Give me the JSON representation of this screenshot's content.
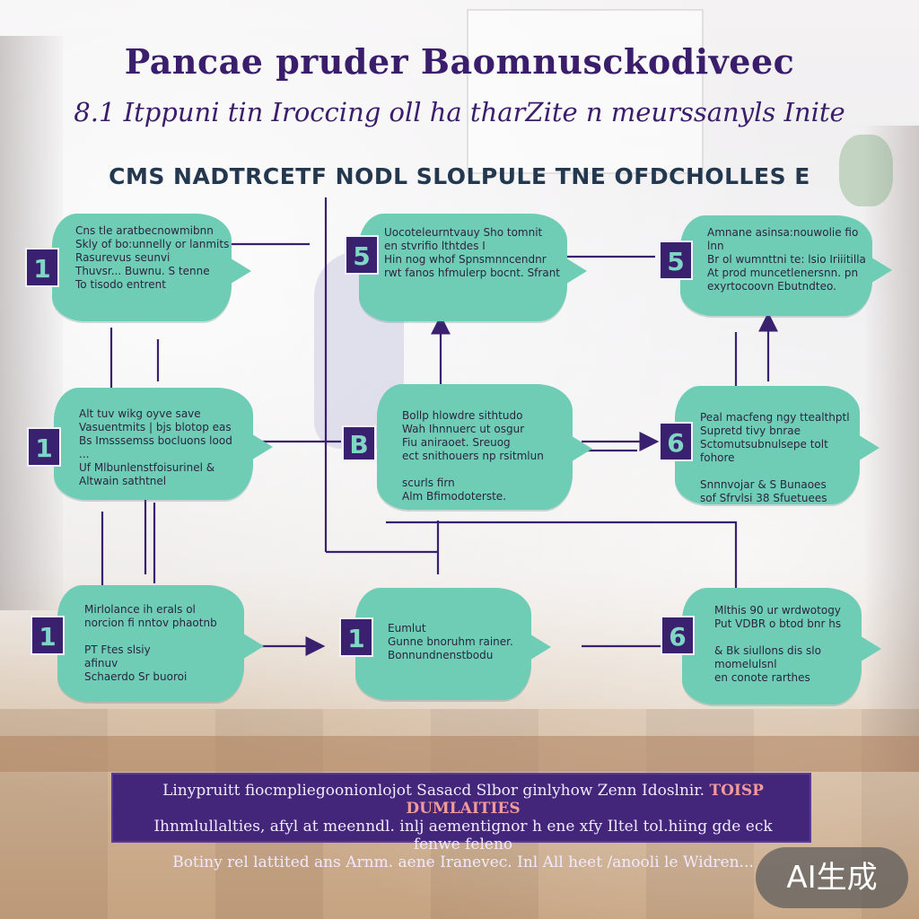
{
  "header": {
    "title": "Pancae pruder Baomnusckodiveec",
    "subtitle": "8.1 Itppuni tin Iroccing oll ha tharZite n meurssanyls Inite",
    "section_title": "CMS NADTRCETF NODL SLOLPULE TNE OFDCHOLLES E"
  },
  "nodes": [
    {
      "id": "n1",
      "badge": "1",
      "text": "Cns tle aratbecnowmibnn\nSkly of bo:unnelly or lanmits\nRasurevus seunvi\nThuvsr... Buwnu. S tenne\nTo tisodo entrent"
    },
    {
      "id": "n2",
      "badge": "5",
      "text": "Uocoteleurntvauy Sho tomnit\nen stvrifio lthtdes I\nHin nog whof Spnsmnncendnr\nrwt fanos hfmulerp bocnt. Sfrant"
    },
    {
      "id": "n3",
      "badge": "5",
      "text": "Amnane asinsa:nouwolie fio lnn\nBr ol wumnttni te: lsio Iriiitilla\nAt prod muncetlenersnn. pn\nexyrtocoovn Ebutndteo."
    },
    {
      "id": "n4",
      "badge": "1",
      "text": "Alt tuv wikg oyve save\nVasuentmits | bjs blotop eas\nBs Imsssemss bocluons lood\n...\nUf Mlbunlenstfoisurinel &\nAltwain sathtnel"
    },
    {
      "id": "n5",
      "badge": "B",
      "text": "Bollp hlowdre sithtudo\nWah Ihnnuerc ut osgur\nFiu aniraoet. Sreuog\nect snithouers np rsitmlun\n\nscurls firn\nAlm Bfimodoterste."
    },
    {
      "id": "n6",
      "badge": "6",
      "text": "Peal macfeng ngy ttealthptl\nSupretd tivy bnrae\nSctomutsubnulsepe tolt fohore\n\nSnnnvojar & S Bunaoes\nsof Sfrvlsi 38 Sfuetuees"
    },
    {
      "id": "n7",
      "badge": "1",
      "text": "Mirlolance ih erals ol\nnorcion fi nntov phaotnb\n\nPT Ftes slsiy\nafinuv\nSchaerdo Sr buoroi"
    },
    {
      "id": "n8",
      "badge": "1",
      "text": "Eumlut\nGunne bnoruhm rainer.\nBonnundnenstbodu"
    },
    {
      "id": "n9",
      "badge": "6",
      "text": "Mlthis 90 ur wrdwotogy\nPut VDBR o btod bnr hs\n\n& Bk siullons dis slo\nmomelulsnl\nen conote rarthes"
    }
  ],
  "footer": {
    "line1": "Linypruitt fiocmpliegoonionlojot Sasacd Slbor ginlyhow Zenn Idoslnir.",
    "highlight": "TOISP DUMLAITIES",
    "line2": "Ihnmlullalties, afyl at meenndl. inlj aementignor h ene xfy Iltel tol.hiing gde eck fenwe feleno",
    "line3": "Botiny rel lattited ans Arnm. aene Iranevec. Inl All heet /anooli le Widren..."
  },
  "watermark": "AI生成",
  "colors": {
    "node_fill": "#6fcdb6",
    "badge_fill": "#3a2170",
    "connector": "#3a2170",
    "title": "#3a1d6b",
    "footer_bg": "#43257a"
  }
}
